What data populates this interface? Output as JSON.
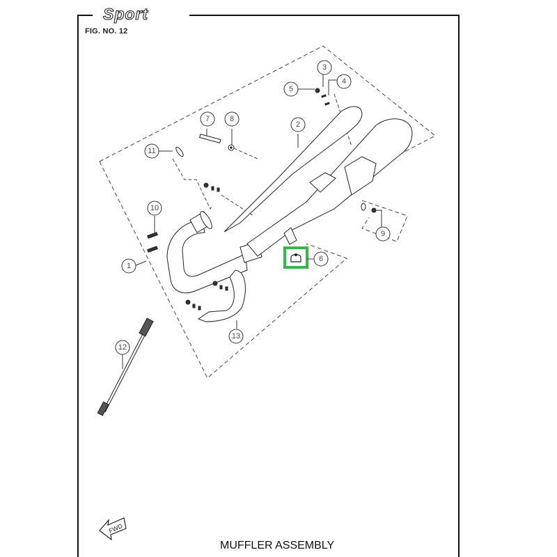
{
  "header": {
    "brand": "Sport",
    "figure_label": "FIG. NO. 12"
  },
  "footer": {
    "title": "MUFFLER ASSEMBLY",
    "direction_arrow_label": "FWD"
  },
  "highlight": {
    "part_number": "6",
    "color": "#3bb54a"
  },
  "callouts": [
    {
      "number": "1",
      "part": "exhaust-pipe"
    },
    {
      "number": "2",
      "part": "muffler"
    },
    {
      "number": "3",
      "part": "gasket"
    },
    {
      "number": "4",
      "part": "gasket"
    },
    {
      "number": "5",
      "part": "bolt"
    },
    {
      "number": "6",
      "part": "rubber-damper"
    },
    {
      "number": "7",
      "part": "bolt"
    },
    {
      "number": "8",
      "part": "washer"
    },
    {
      "number": "9",
      "part": "nut"
    },
    {
      "number": "10",
      "part": "bolt"
    },
    {
      "number": "11",
      "part": "gasket"
    },
    {
      "number": "12",
      "part": "oxygen-sensor"
    },
    {
      "number": "13",
      "part": "heat-shield"
    }
  ]
}
